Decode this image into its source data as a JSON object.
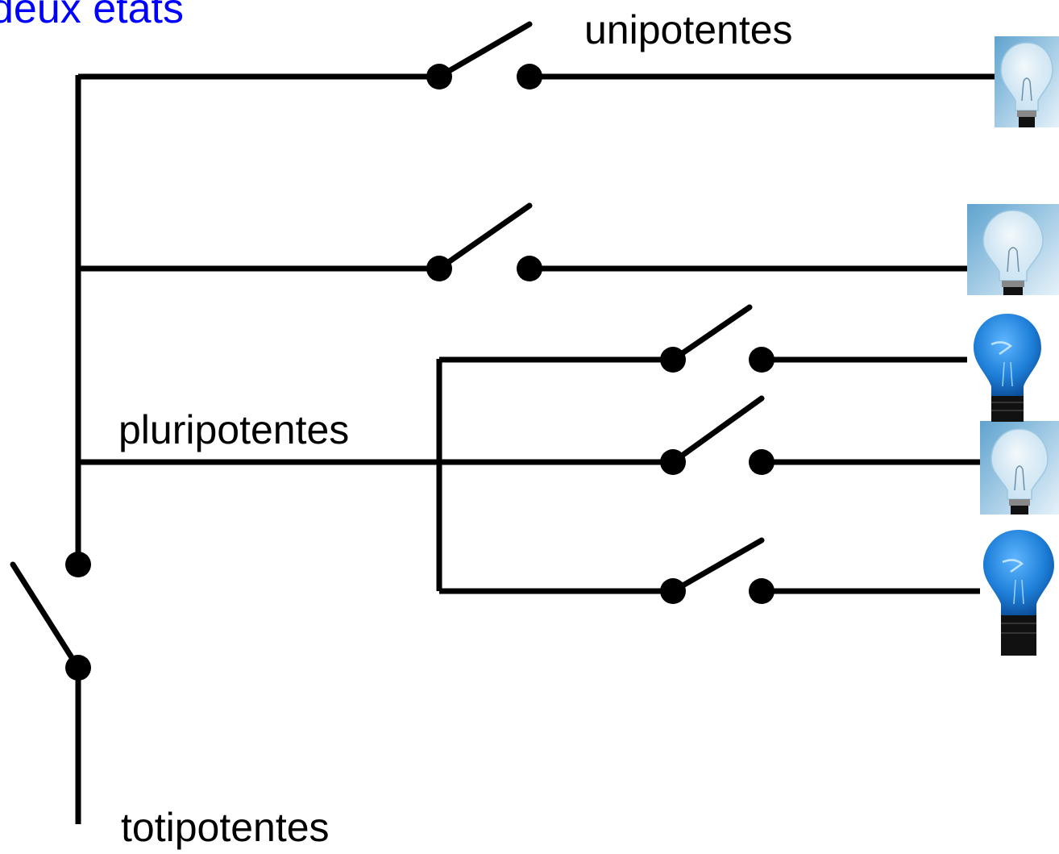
{
  "title_fragment": "deux états",
  "labels": {
    "unipotent": "unipotentes",
    "pluripotent": "pluripotentes",
    "totipotent": "totipotentes"
  },
  "colors": {
    "wire": "#000000",
    "title": "#0000ff",
    "bulb_off_bg": "#7fb8d9",
    "bulb_on_glass": "#1e7fd8"
  },
  "circuit": {
    "main_switch_state": "open",
    "branches": [
      {
        "name": "unipotentes-branch",
        "switch_state": "open",
        "bulb_state": "off"
      },
      {
        "name": "branch-2",
        "switch_state": "open",
        "bulb_state": "off"
      },
      {
        "name": "pluri-branch-1",
        "switch_state": "open",
        "bulb_state": "on"
      },
      {
        "name": "pluri-branch-2",
        "switch_state": "open",
        "bulb_state": "off"
      },
      {
        "name": "pluri-branch-3",
        "switch_state": "open",
        "bulb_state": "on"
      }
    ]
  }
}
